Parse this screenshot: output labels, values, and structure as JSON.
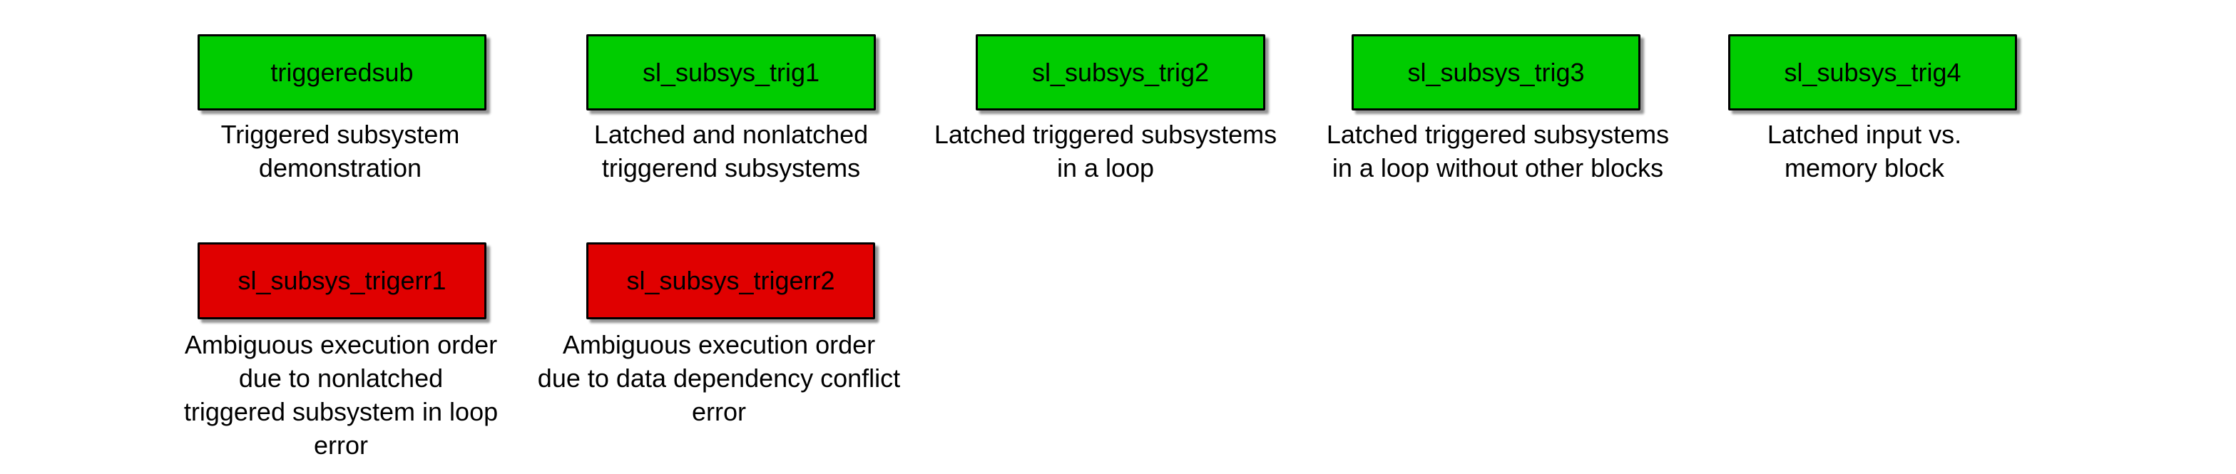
{
  "colors": {
    "ok_block": "#00cc00",
    "error_block": "#e00000",
    "block_border": "#000000",
    "canvas_background": "#ffffff",
    "text": "#000000"
  },
  "blocks": [
    {
      "label": "triggeredsub",
      "status": "ok",
      "caption": [
        "Triggered subsystem",
        "demonstration"
      ]
    },
    {
      "label": "sl_subsys_trig1",
      "status": "ok",
      "caption": [
        "Latched and nonlatched",
        "triggerend subsystems"
      ]
    },
    {
      "label": "sl_subsys_trig2",
      "status": "ok",
      "caption": [
        "Latched triggered subsystems",
        "in a loop"
      ]
    },
    {
      "label": "sl_subsys_trig3",
      "status": "ok",
      "caption": [
        "Latched triggered subsystems",
        "in a loop without other blocks"
      ]
    },
    {
      "label": "sl_subsys_trig4",
      "status": "ok",
      "caption": [
        "Latched input vs.",
        "memory block"
      ]
    },
    {
      "label": "sl_subsys_trigerr1",
      "status": "error",
      "caption": [
        "Ambiguous execution order",
        "due to nonlatched",
        "triggered subsystem in loop",
        "error"
      ]
    },
    {
      "label": "sl_subsys_trigerr2",
      "status": "error",
      "caption": [
        "Ambiguous execution order",
        "due to data dependency conflict",
        "error"
      ]
    }
  ]
}
